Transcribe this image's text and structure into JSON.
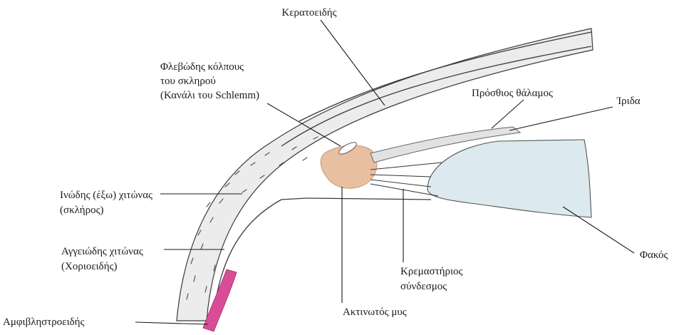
{
  "labels": {
    "cornea": "Κερατοειδής",
    "schlemm_1": "Φλεβώδης κόλπους",
    "schlemm_2": "του σκληρού",
    "schlemm_3": "(Κανάλι του Schlemm)",
    "anterior_chamber": "Πρόσθιος θάλαμος",
    "iris": "Ίριδα",
    "sclera_1": "Ινώδης (έξω) χιτώνας",
    "sclera_2": "(σκλήρος)",
    "choroid_1": "Αγγειώδης χιτώνας",
    "choroid_2": "(Χοριοειδής)",
    "suspensory_1": "Κρεμαστήριος",
    "suspensory_2": "σύνδεσμος",
    "lens": "Φακός",
    "ciliary_muscle": "Ακτινωτός μυς",
    "retina": "Αμφιβληστροειδής"
  },
  "colors": {
    "sclera_fill": "#ececec",
    "ciliary_fill": "#e8bfa0",
    "lens_fill": "#dce9ef",
    "iris_fill": "#e2e2e2",
    "retina_fill": "#d94d96",
    "line": "#1a1a1a"
  }
}
